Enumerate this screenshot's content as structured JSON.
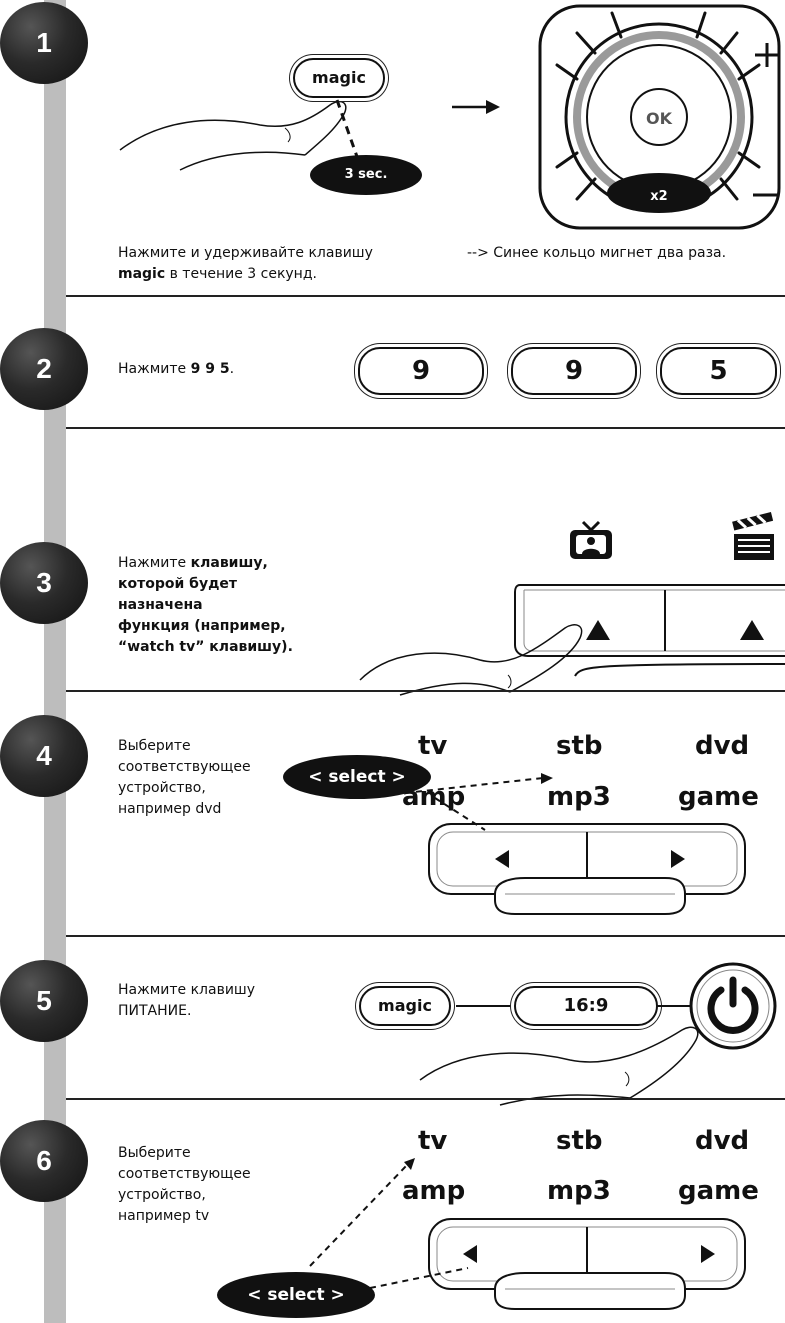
{
  "steps": [
    {
      "number": "1",
      "key_label": "magic",
      "timer_label": "3 sec.",
      "ok_label": "OK",
      "x2_label": "x2",
      "text_line1": "Нажмите и удерживайте клавишу",
      "text_line2_bold": "magic",
      "text_line2_rest": " в течение 3 секунд.",
      "result_text": "--> Синее кольцо мигнет два раза."
    },
    {
      "number": "2",
      "text_prefix": "Нажмите ",
      "text_bold": "9 9 5",
      "text_suffix": ".",
      "keys": [
        "9",
        "9",
        "5"
      ]
    },
    {
      "number": "3",
      "text_prefix": "Нажмите ",
      "text_bold_line1": "клавишу,",
      "text_bold_line2": "которой будет",
      "text_bold_line3": "назначена",
      "text_bold_line4": "функция (например,",
      "text_bold_line5": "“watch tv” клавишу)."
    },
    {
      "number": "4",
      "text_line1": "Выберите",
      "text_line2": "соответствующее",
      "text_line3": "устройство,",
      "text_line4": "например dvd",
      "select_label": "< select >",
      "devices": [
        "tv",
        "stb",
        "dvd",
        "amp",
        "mp3",
        "game"
      ]
    },
    {
      "number": "5",
      "text_line1": "Нажмите клавишу",
      "text_line2": "ПИТАНИЕ.",
      "magic_label": "magic",
      "ratio_label": "16:9"
    },
    {
      "number": "6",
      "text_line1": "Выберите",
      "text_line2": "соответствующее",
      "text_line3": "устройство,",
      "text_line4": "например tv",
      "select_label": "< select >",
      "devices": [
        "tv",
        "stb",
        "dvd",
        "amp",
        "mp3",
        "game"
      ]
    }
  ],
  "icons": {
    "step3_left": "tv-icon",
    "step3_right": "clapperboard-icon"
  }
}
